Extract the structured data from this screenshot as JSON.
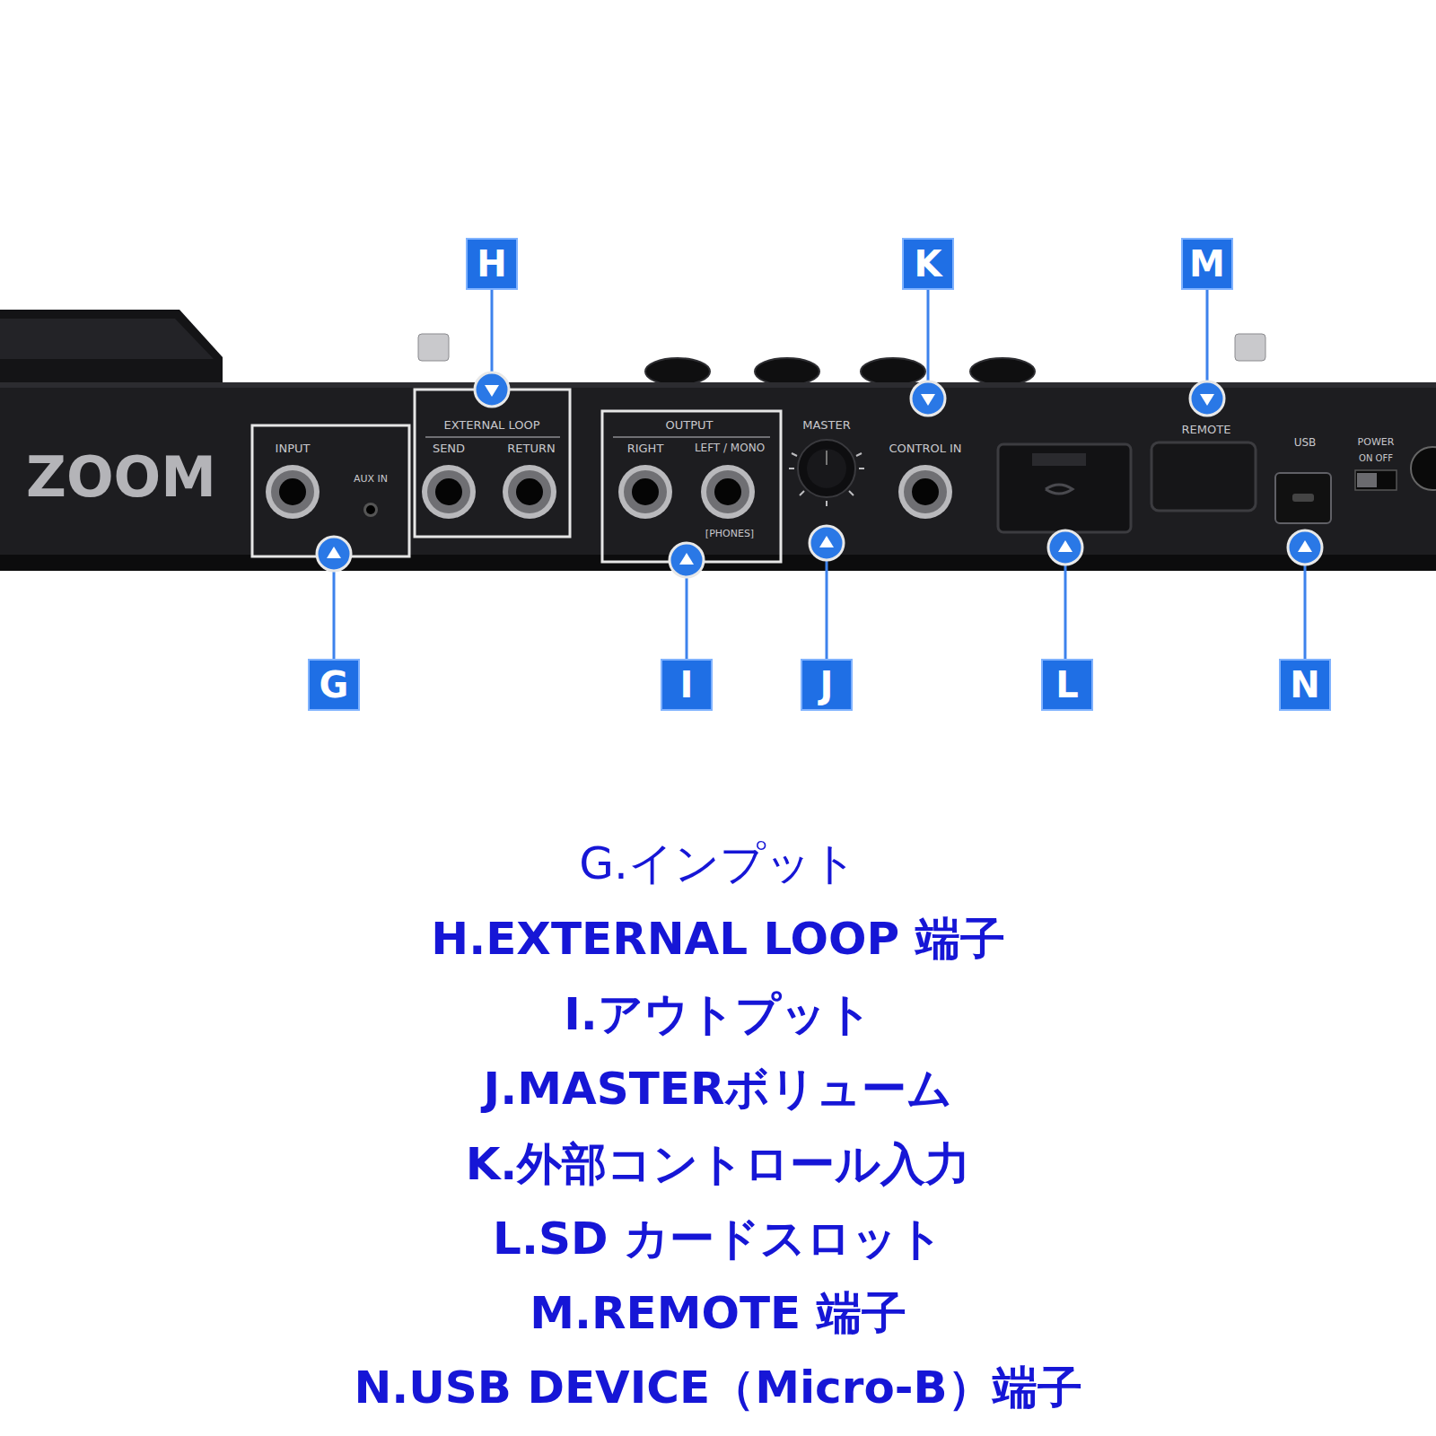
{
  "diagram": {
    "nodes": [
      {
        "text": [
          "H"
        ]
      },
      {
        "text": [
          "K"
        ]
      },
      {
        "text": [
          "M"
        ]
      },
      {
        "text": [
          "G"
        ]
      },
      {
        "text": [
          "I"
        ]
      },
      {
        "text": [
          "J"
        ]
      },
      {
        "text": [
          "L"
        ]
      },
      {
        "text": [
          "N"
        ]
      }
    ],
    "labels": [
      "ZOOM",
      "INPUT",
      "AUX IN",
      "EXTERNAL LOOP",
      "SEND",
      "RETURN",
      "OUTPUT",
      "RIGHT",
      "LEFT / MONO",
      "[PHONES]",
      "MASTER",
      "CONTROL IN",
      "REMOTE",
      "USB",
      "POWER",
      "ON  OFF",
      "G.インプット",
      "H.EXTERNAL LOOP 端子",
      "I.アウトプット",
      "J.MASTERボリューム",
      "K.外部コントロール入力",
      "L.SD カードスロット",
      "M.REMOTE 端子",
      "N.USB DEVICE（Micro-B）端子"
    ]
  }
}
